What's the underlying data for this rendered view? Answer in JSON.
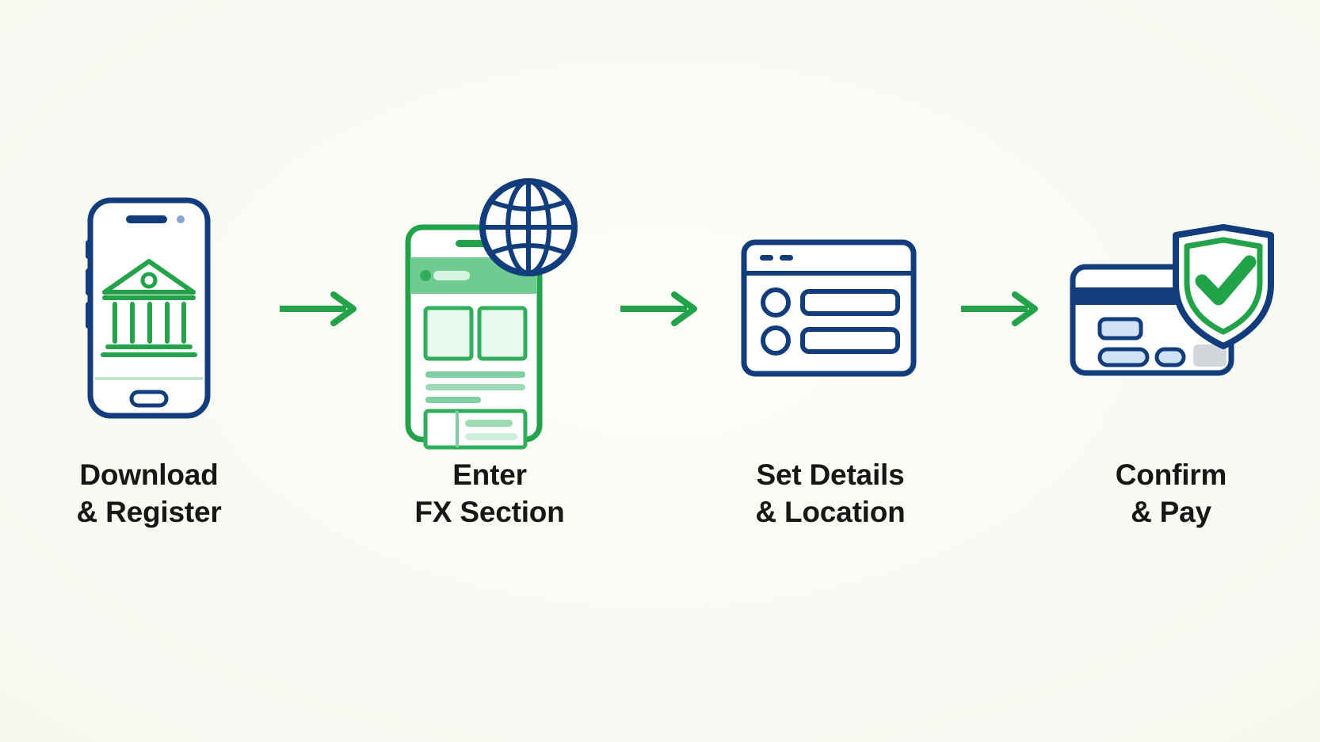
{
  "diagram": {
    "type": "horizontal-process-flow",
    "title": "",
    "background_color": "#fbfbf6",
    "accent_green": "#22a34a",
    "accent_navy": "#123d7d",
    "text_color": "#171717",
    "step_count": 4,
    "connector_count": 3,
    "connector_icon": "arrow-right-icon",
    "connector_color": "#22a34a"
  },
  "steps": [
    {
      "index": 1,
      "label_line1": "Download",
      "label_line2": "& Register",
      "label": "Download\n& Register",
      "icon": "mobile-phone-bank-icon",
      "icon_outline_color": "#123d7d",
      "icon_accent_color": "#22a34a"
    },
    {
      "index": 2,
      "label_line1": "Enter",
      "label_line2": "FX Section",
      "label": "Enter\nFX Section",
      "icon": "app-screen-globe-icon",
      "icon_outline_color": "#22a34a",
      "icon_accent_color": "#123d7d"
    },
    {
      "index": 3,
      "label_line1": "Set Details",
      "label_line2": "& Location",
      "label": "Set Details\n& Location",
      "icon": "form-window-icon",
      "icon_outline_color": "#123d7d",
      "icon_accent_color": "#123d7d"
    },
    {
      "index": 4,
      "label_line1": "Confirm",
      "label_line2": "& Pay",
      "label": "Confirm\n& Pay",
      "icon": "credit-card-shield-check-icon",
      "icon_outline_color": "#123d7d",
      "icon_accent_color": "#22a34a"
    }
  ],
  "connectors": [
    {
      "index": 1,
      "from_step": 1,
      "to_step": 2,
      "icon": "arrow-right-icon"
    },
    {
      "index": 2,
      "from_step": 2,
      "to_step": 3,
      "icon": "arrow-right-icon"
    },
    {
      "index": 3,
      "from_step": 3,
      "to_step": 4,
      "icon": "arrow-right-icon"
    }
  ]
}
